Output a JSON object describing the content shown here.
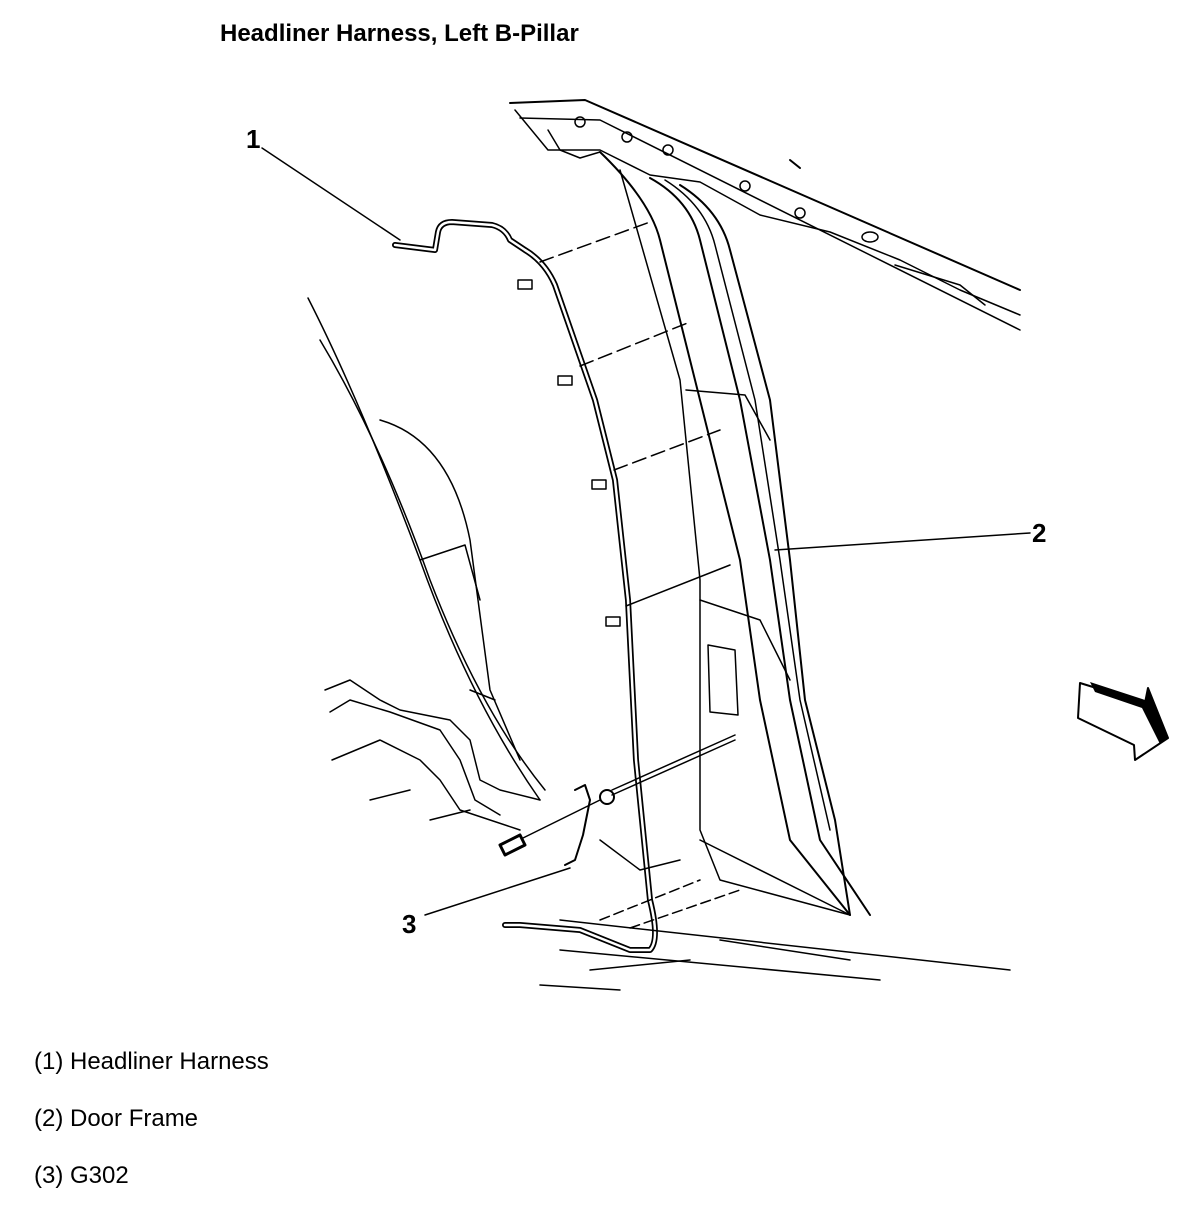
{
  "title": "Headliner Harness, Left B-Pillar",
  "callouts": [
    "1",
    "2",
    "3"
  ],
  "legend": [
    "(1) Headliner Harness",
    "(2) Door Frame",
    "(3) G302"
  ],
  "icons": {
    "orientation_arrow": "front-direction-arrow-icon"
  }
}
